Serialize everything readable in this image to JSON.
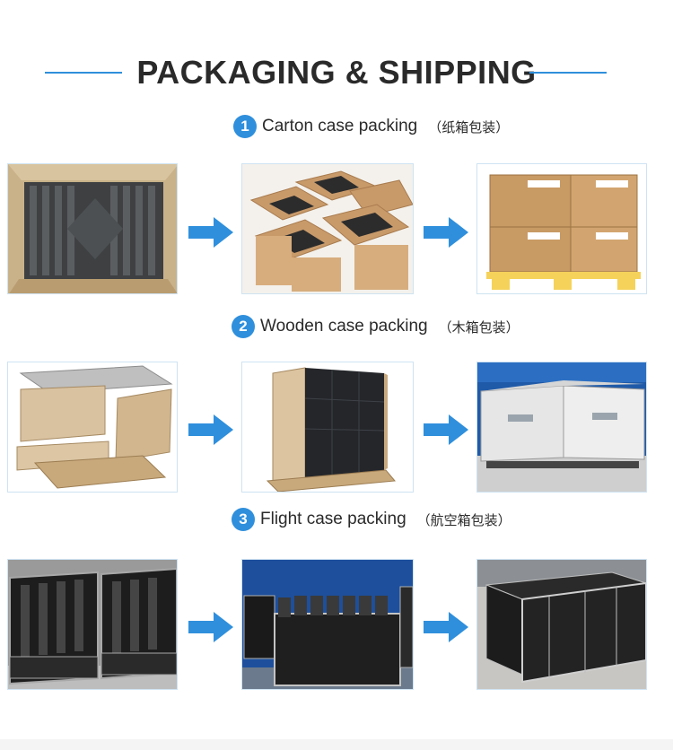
{
  "header": {
    "title": "PACKAGING & SHIPPING"
  },
  "sections": [
    {
      "number": "1",
      "label": "Carton case packing",
      "label_cn": "（纸箱包装）"
    },
    {
      "number": "2",
      "label": "Wooden case packing",
      "label_cn": "（木箱包装）"
    },
    {
      "number": "3",
      "label": "Flight case packing",
      "label_cn": "（航空箱包装）"
    }
  ],
  "colors": {
    "accent": "#2f8fdc",
    "arrow": "#2f8fdc",
    "title": "#2a2a2a"
  },
  "icons": {
    "arrow": "right-arrow-icon"
  }
}
